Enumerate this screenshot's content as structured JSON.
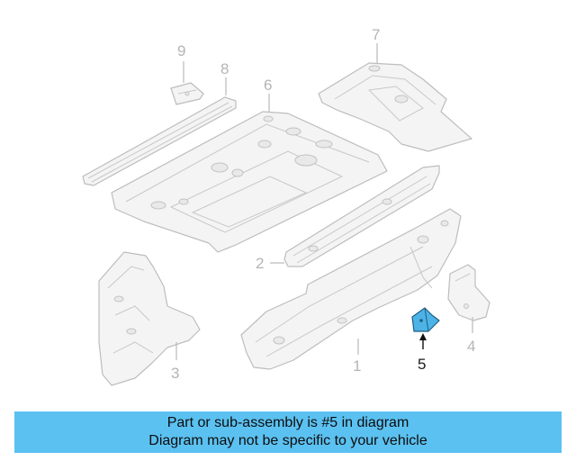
{
  "diagram": {
    "callouts": [
      {
        "id": "1",
        "label": "1"
      },
      {
        "id": "2",
        "label": "2"
      },
      {
        "id": "3",
        "label": "3"
      },
      {
        "id": "4",
        "label": "4"
      },
      {
        "id": "5",
        "label": "5",
        "highlighted": true
      },
      {
        "id": "6",
        "label": "6"
      },
      {
        "id": "7",
        "label": "7"
      },
      {
        "id": "8",
        "label": "8"
      },
      {
        "id": "9",
        "label": "9"
      }
    ],
    "highlight_color": "#4db3e6",
    "line_color": "#bdbdbd"
  },
  "banner": {
    "line1": "Part or sub-assembly is #5 in diagram",
    "line2": "Diagram may not be specific to your vehicle",
    "background": "#5bc1f1"
  }
}
